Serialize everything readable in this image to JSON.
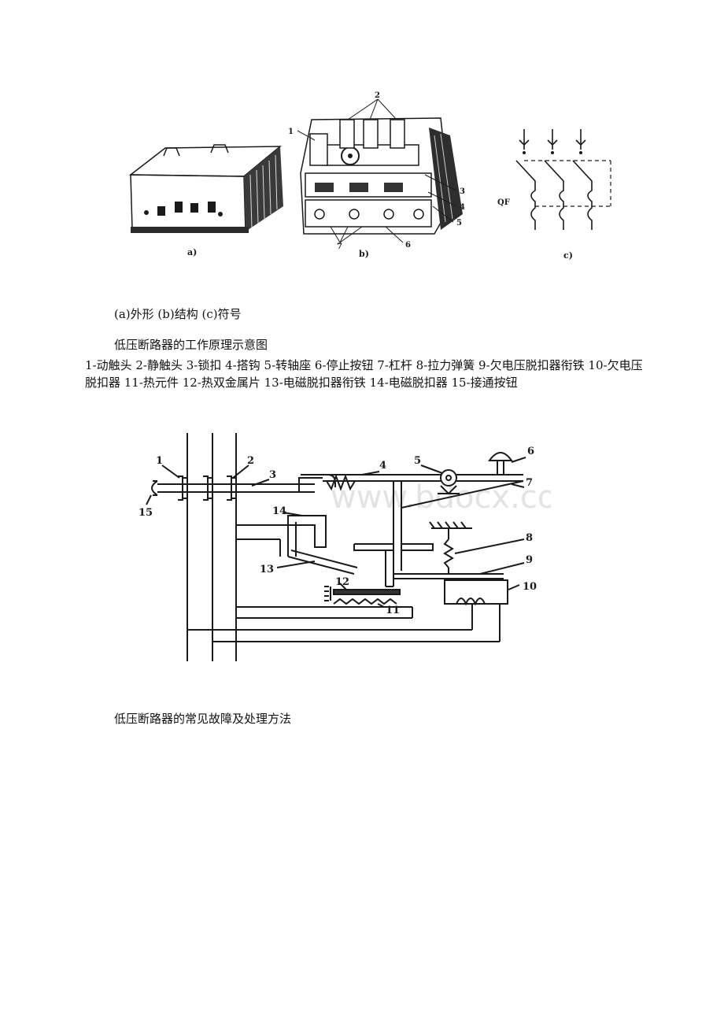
{
  "figure_top": {
    "panel_labels": [
      "a)",
      "b)",
      "c)"
    ],
    "structure_callouts": [
      "1",
      "2",
      "3",
      "4",
      "5",
      "6",
      "7"
    ],
    "symbol_label": "QF"
  },
  "caption_sub": "(a)外形 (b)结构 (c)符号",
  "caption_title": "低压断路器的工作原理示意图",
  "legend": "1-动触头 2-静触头 3-锁扣 4-搭钩 5-转轴座 6-停止按钮 7-杠杆 8-拉力弹簧 9-欠电压脱扣器衔铁 10-欠电压脱扣器 11-热元件 12-热双金属片 13-电磁脱扣器衔铁 14-电磁脱扣器 15-接通按钮",
  "mechanism_callouts": [
    "1",
    "2",
    "3",
    "4",
    "5",
    "6",
    "7",
    "8",
    "9",
    "10",
    "11",
    "12",
    "13",
    "14",
    "15"
  ],
  "watermark": "www.bdocx.com",
  "section_title": "低压断路器的常见故障及处理方法"
}
